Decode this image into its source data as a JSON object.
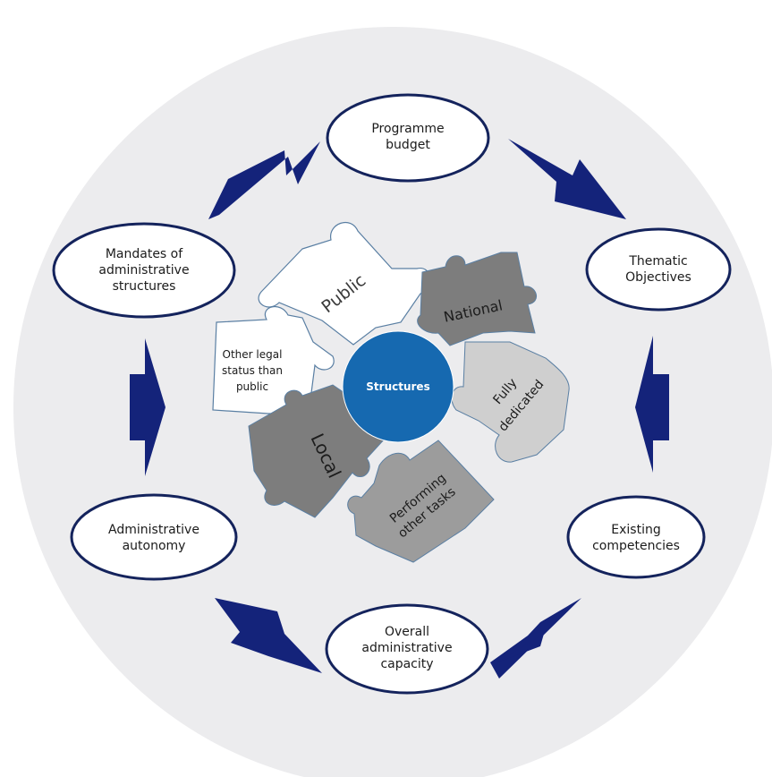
{
  "center": {
    "label": "Structures"
  },
  "ovals": {
    "programme_budget": [
      "Programme",
      "budget"
    ],
    "thematic_objectives": [
      "Thematic",
      "Objectives"
    ],
    "existing_competencies": [
      "Existing",
      "competencies"
    ],
    "overall_capacity": [
      "Overall",
      "administrative",
      "capacity"
    ],
    "administrative_autonomy": [
      "Administrative",
      "autonomy"
    ],
    "mandates": [
      "Mandates of",
      "administrative",
      "structures"
    ]
  },
  "pieces": {
    "public": "Public",
    "national": "National",
    "other_legal": [
      "Other legal",
      "status than",
      "public"
    ],
    "fully_dedicated": [
      "Fully",
      "dedicated"
    ],
    "local": "Local",
    "performing": [
      "Performing",
      "other tasks"
    ]
  },
  "colors": {
    "background_circle": "#ececee",
    "oval_border": "#14235c",
    "arrow": "#14237a",
    "center": "#1669b0",
    "piece_dark": "#7d7d7d",
    "piece_mid": "#9c9c9c",
    "piece_light": "#cfcfcf",
    "piece_white": "#ffffff",
    "piece_border": "#5a7fa3"
  }
}
